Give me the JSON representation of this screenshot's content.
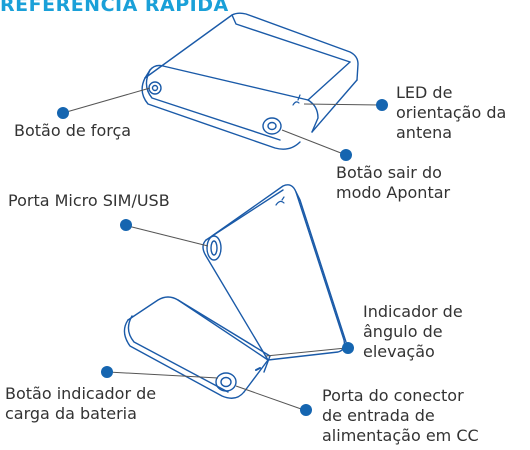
{
  "header": {
    "title": "REFERÊNCIA RÁPIDA"
  },
  "labels": {
    "power_button": "Botão de força",
    "antenna_led_line1": "LED de",
    "antenna_led_line2": "orientação da",
    "antenna_led_line3": "antena",
    "exit_point_line1": "Botão sair do",
    "exit_point_line2": "modo Apontar",
    "micro_sim_usb": "Porta Micro SIM/USB",
    "elevation_line1": "Indicador de",
    "elevation_line2": "ângulo de",
    "elevation_line3": "elevação",
    "battery_line1": "Botão indicador de",
    "battery_line2": "carga da bateria",
    "dc_line1": "Porta do conector",
    "dc_line2": "de entrada de",
    "dc_line3": "alimentação em CC"
  },
  "colors": {
    "accent": "#1aa0d8",
    "dot": "#1565b0",
    "outline": "#1a5aa8",
    "text": "#333333"
  }
}
